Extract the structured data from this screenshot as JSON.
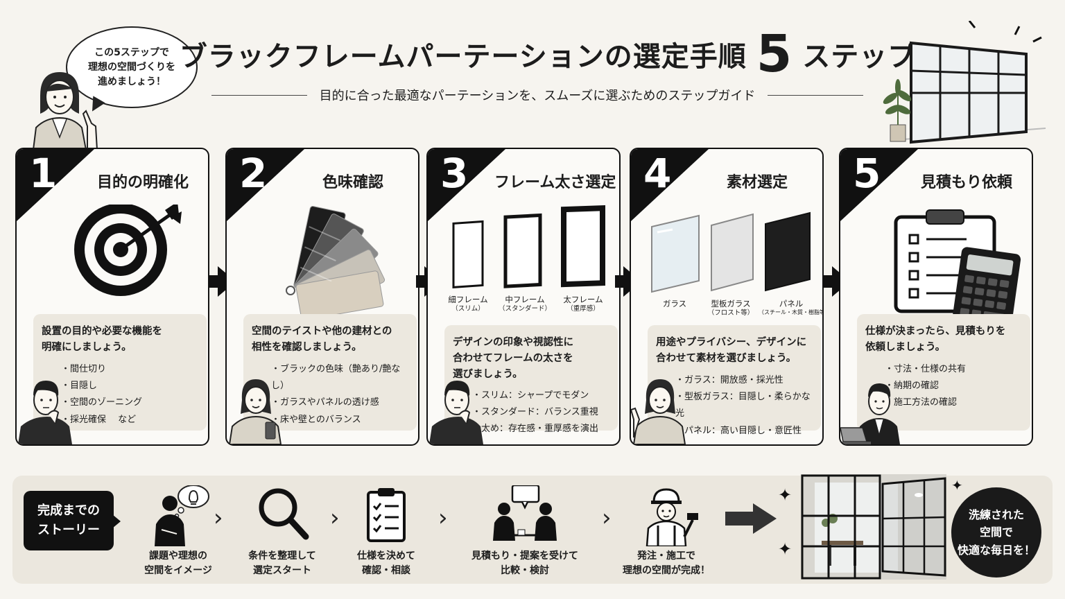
{
  "header": {
    "title_pre": "ブラックフレームパーテーションの選定手順",
    "title_num": "5",
    "title_post": "ステップ",
    "subtitle": "目的に合った最適なパーテーションを、スムーズに選ぶためのステップガイド"
  },
  "bubble": {
    "line1": "この5ステップで",
    "line2": "理想の空間づくりを",
    "line3": "進めましょう！"
  },
  "steps": [
    {
      "num": "1",
      "title": "目的の明確化",
      "text": [
        "設置の目的や必要な機能を",
        "明確にしましょう。"
      ],
      "items": [
        "間仕切り",
        "目隠し",
        "空間のゾーニング",
        "採光確保　 など"
      ]
    },
    {
      "num": "2",
      "title": "色味確認",
      "text": [
        "空間のテイストや他の建材との",
        "相性を確認しましょう。"
      ],
      "items": [
        "ブラックの色味（艶あり/艶なし）",
        "ガラスやパネルの透け感",
        "床や壁とのバランス"
      ]
    },
    {
      "num": "3",
      "title": "フレーム太さ選定",
      "text": [
        "デザインの印象や視認性に",
        "合わせてフレームの太さを",
        "選びましょう。"
      ],
      "items": [
        "スリム：シャープでモダン",
        "スタンダード：バランス重視",
        "太め：存在感・重厚感を演出"
      ],
      "options": [
        {
          "name": "細フレーム",
          "sub": "（スリム）"
        },
        {
          "name": "中フレーム",
          "sub": "（スタンダード）"
        },
        {
          "name": "太フレーム",
          "sub": "（重厚感）"
        }
      ]
    },
    {
      "num": "4",
      "title": "素材選定",
      "text": [
        "用途やプライバシー、デザインに",
        "合わせて素材を選びましょう。"
      ],
      "items": [
        "ガラス：開放感・採光性",
        "型板ガラス：目隠し・柔らかな光",
        "パネル：高い目隠し・意匠性"
      ],
      "options": [
        {
          "name": "ガラス",
          "sub": ""
        },
        {
          "name": "型板ガラス",
          "sub": "（フロスト等）"
        },
        {
          "name": "パネル",
          "sub": "（スチール・木質・樹脂等）"
        }
      ]
    },
    {
      "num": "5",
      "title": "見積もり依頼",
      "text": [
        "仕様が決まったら、見積もりを",
        "依頼しましょう。"
      ],
      "items": [
        "寸法・仕様の共有",
        "納期の確認",
        "施工方法の確認"
      ]
    }
  ],
  "story": {
    "label_line1": "完成までの",
    "label_line2": "ストーリー",
    "steps": [
      {
        "line1": "課題や理想の",
        "line2": "空間をイメージ",
        "icon": "thinking-person-icon"
      },
      {
        "line1": "条件を整理して",
        "line2": "選定スタート",
        "icon": "magnifier-icon"
      },
      {
        "line1": "仕様を決めて",
        "line2": "確認・相談",
        "icon": "checklist-icon"
      },
      {
        "line1": "見積もり・提案を受けて",
        "line2": "比較・検討",
        "icon": "meeting-icon"
      },
      {
        "line1": "発注・施工で",
        "line2": "理想の空間が完成！",
        "icon": "worker-icon"
      }
    ],
    "final_line1": "洗練された",
    "final_line2": "空間で",
    "final_line3": "快適な毎日を！"
  },
  "colors": {
    "accent": "#111111",
    "background": "#f6f4ef",
    "band": "#ebe7de",
    "desc_box": "#ece8df"
  }
}
